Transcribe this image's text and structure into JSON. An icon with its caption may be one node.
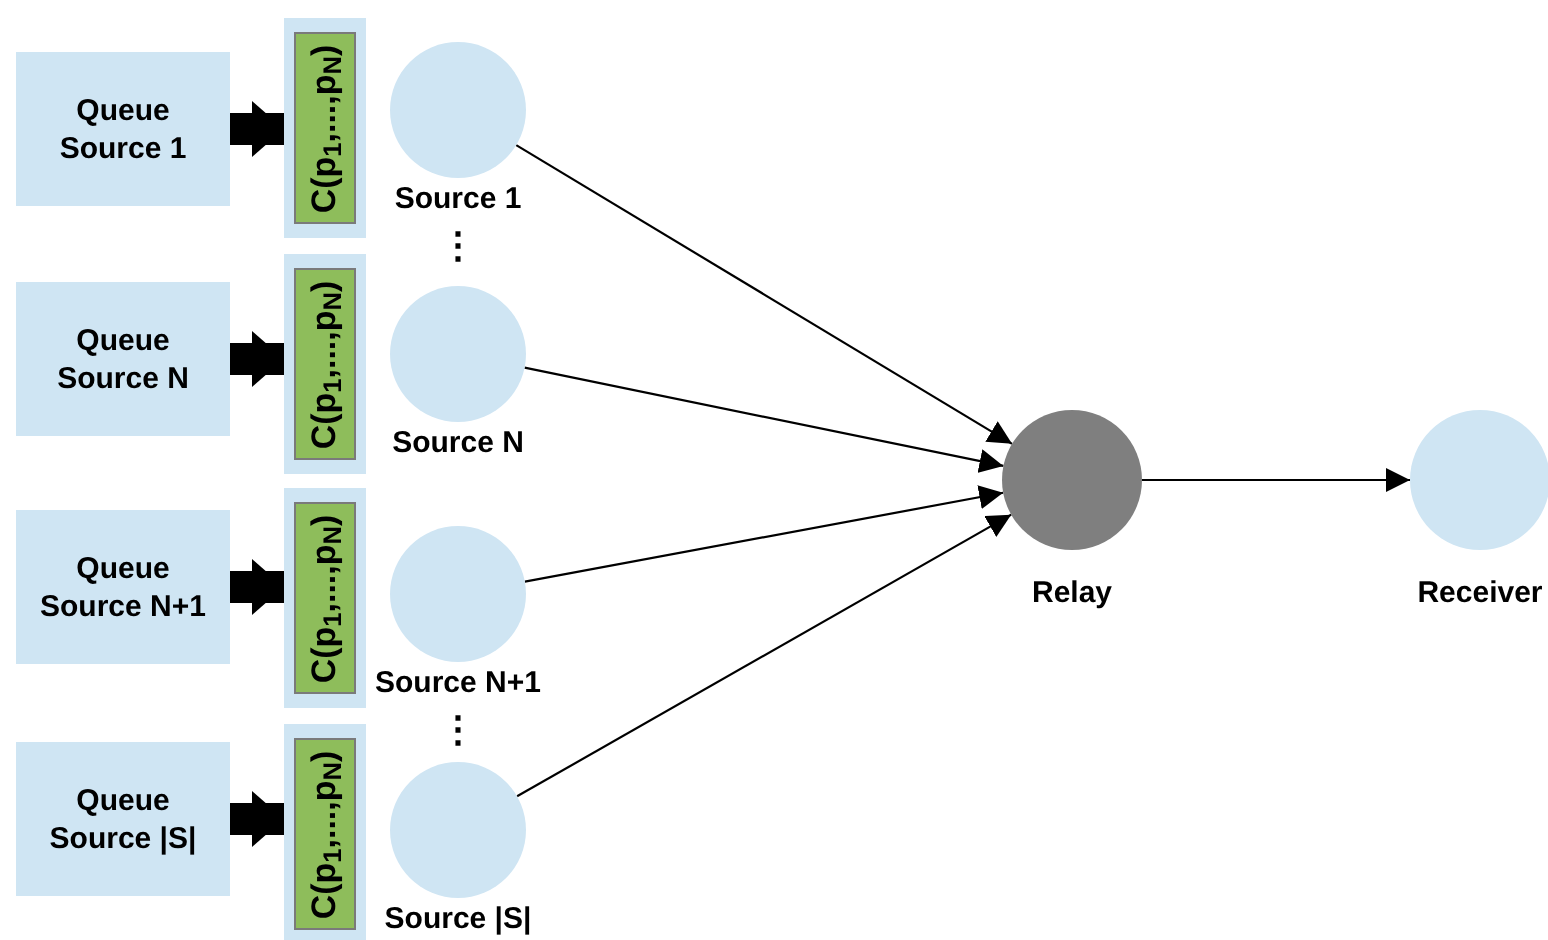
{
  "diagram": {
    "nodes": [
      {
        "text": [
          "Queue Source 1"
        ]
      },
      {
        "text": [],
        "shape": "box"
      },
      {
        "text": [
          "C(p$_{1}$,...,p$_{N}$)"
        ],
        "in": 1
      },
      {
        "text": [],
        "shape": "circle",
        "beside": [
          "Source 1"
        ]
      },
      {
        "text": [
          "Queue Source N"
        ]
      },
      {
        "text": [],
        "shape": "box"
      },
      {
        "text": [
          "C(p$_{1}$,...,p$_{N}$)"
        ],
        "in": 5
      },
      {
        "text": [],
        "shape": "circle",
        "beside": [
          "Source N"
        ]
      },
      {
        "text": [
          "Queue Source N+1"
        ]
      },
      {
        "text": [],
        "shape": "box"
      },
      {
        "text": [
          "C(p$_{1}$,...,p$_{N}$)"
        ],
        "in": 9
      },
      {
        "text": [],
        "shape": "circle",
        "beside": [
          "Source N+1"
        ]
      },
      {
        "text": [
          "Queue Source |S|"
        ]
      },
      {
        "text": [],
        "shape": "box"
      },
      {
        "text": [
          "C(p$_{1}$,...,p$_{N}$)"
        ],
        "in": 13
      },
      {
        "text": [],
        "shape": "circle",
        "beside": [
          "Source |S|"
        ]
      },
      {
        "text": [],
        "shape": "circle",
        "beside": [
          "Relay"
        ]
      },
      {
        "text": [],
        "shape": "circle",
        "beside": [
          "Receiver"
        ]
      }
    ],
    "edges": [
      {
        "from": 0,
        "to": 1,
        "arrow": "to",
        "style": "thick"
      },
      {
        "from": 4,
        "to": 5,
        "arrow": "to",
        "style": "thick"
      },
      {
        "from": 8,
        "to": 9,
        "arrow": "to",
        "style": "thick"
      },
      {
        "from": 12,
        "to": 13,
        "arrow": "to",
        "style": "thick"
      },
      {
        "from": 3,
        "to": 16,
        "arrow": "to"
      },
      {
        "from": 7,
        "to": 16,
        "arrow": "to"
      },
      {
        "from": 11,
        "to": 16,
        "arrow": "to"
      },
      {
        "from": 15,
        "to": 16,
        "arrow": "to"
      },
      {
        "from": 16,
        "to": 17,
        "arrow": "to"
      }
    ],
    "labels": [
      "⋮",
      "⋮"
    ]
  }
}
